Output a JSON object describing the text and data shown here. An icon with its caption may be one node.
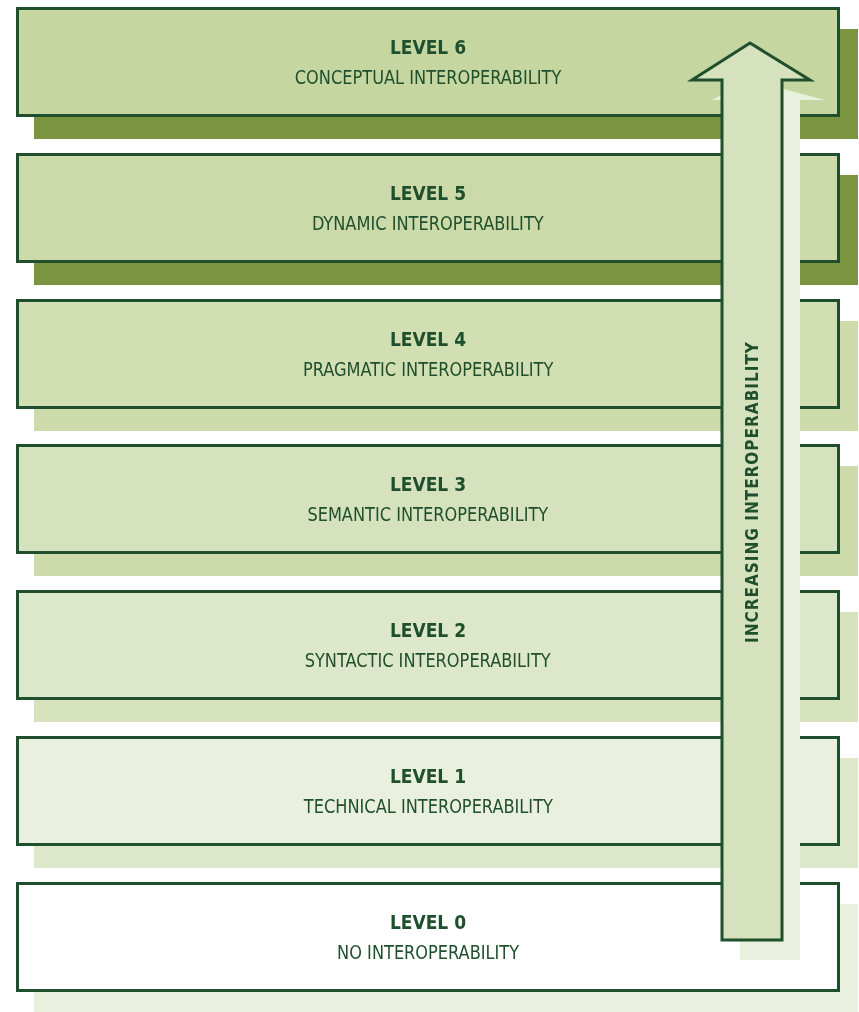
{
  "diagram": {
    "nodes": [
      {
        "text": [
          "LEVEL 6",
          "CONCEPTUAL INTEROPERABILITY"
        ]
      },
      {
        "text": [
          "LEVEL 5",
          "DYNAMIC INTEROPERABILITY"
        ]
      },
      {
        "text": [
          "LEVEL 4",
          "PRAGMATIC INTEROPERABILITY"
        ]
      },
      {
        "text": [
          "LEVEL 3",
          "SEMANTIC INTEROPERABILITY"
        ]
      },
      {
        "text": [
          "LEVEL 2",
          "SYNTACTIC INTEROPERABILITY"
        ]
      },
      {
        "text": [
          "LEVEL 1",
          "TECHNICAL INTEROPERABILITY"
        ]
      },
      {
        "text": [
          "LEVEL 0",
          "NO INTEROPERABILITY"
        ]
      }
    ],
    "edges": [],
    "labels": [
      "INCREASING INTEROPERABILITY"
    ]
  }
}
